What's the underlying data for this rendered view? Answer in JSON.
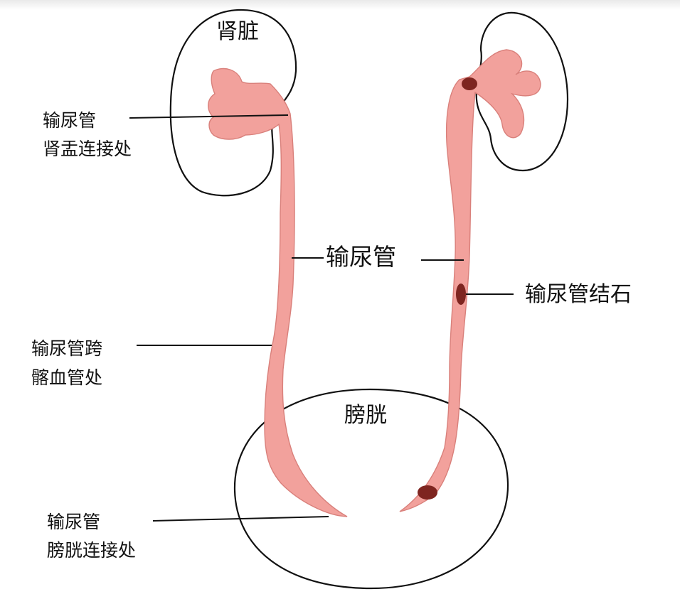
{
  "labels": {
    "kidney": "肾脏",
    "upj_line1": "输尿管",
    "upj_line2": "肾盂连接处",
    "ureter": "输尿管",
    "ureter_stone": "输尿管结石",
    "iliac_line1": "输尿管跨",
    "iliac_line2": "髂血管处",
    "bladder": "膀胱",
    "uvj_line1": "输尿管",
    "uvj_line2": "膀胱连接处"
  },
  "colors": {
    "ureter_fill": "#f2a19c",
    "ureter_stroke": "#d9807b",
    "stone": "#7e2520",
    "outline": "#111111",
    "text": "#111111"
  }
}
